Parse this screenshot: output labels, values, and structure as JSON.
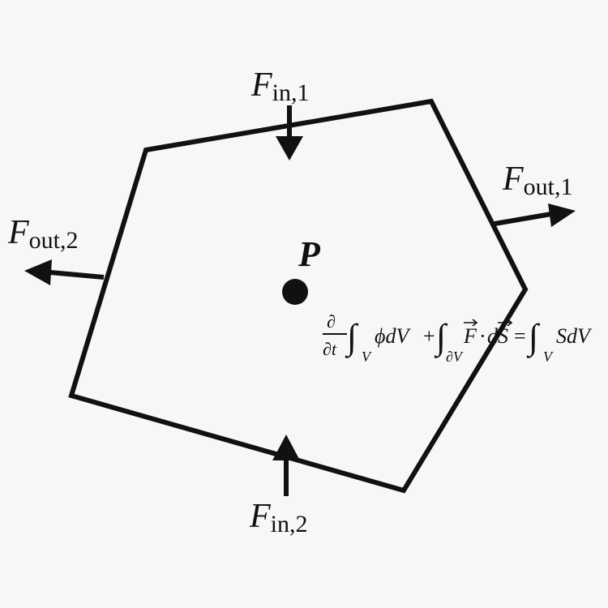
{
  "diagram": {
    "title": "",
    "point_label": "P",
    "flux_labels": {
      "in_1": {
        "symbol": "F",
        "sub": "in,1"
      },
      "in_2": {
        "symbol": "F",
        "sub": "in,2"
      },
      "out_1": {
        "symbol": "F",
        "sub": "out,1"
      },
      "out_2": {
        "symbol": "F",
        "sub": "out,2"
      }
    },
    "equation": {
      "d": "∂",
      "dt": "∂t",
      "int": "∫",
      "sub_V": "V",
      "sub_dV": "∂V",
      "phi_dV": "ϕdV",
      "plus": "+",
      "F_vec": "F",
      "dot": "·",
      "dS": "dS",
      "equals": "=",
      "S_dV": "SdV"
    }
  }
}
